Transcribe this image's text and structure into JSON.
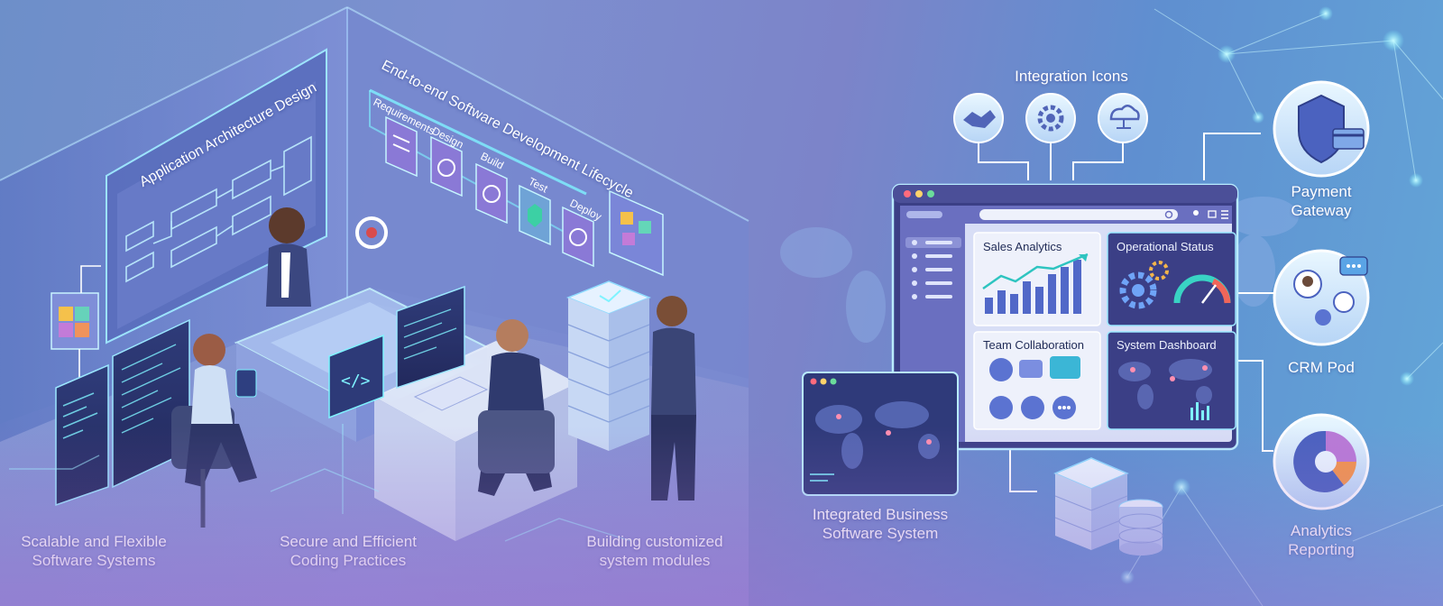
{
  "left": {
    "architecture_title": "Application Architecture Design",
    "lifecycle_title": "End-to-end Software Development Lifecycle",
    "stages": [
      "Requirements",
      "Design",
      "Build",
      "Test",
      "Deploy"
    ],
    "captions": [
      [
        "Scalable and Flexible",
        "Software Systems"
      ],
      [
        "Secure and Efficient",
        "Coding Practices"
      ],
      [
        "Building customized",
        "system modules"
      ]
    ]
  },
  "right": {
    "integration_title": "Integration Icons",
    "integration_icons": [
      "handshake-icon",
      "gear-icon",
      "cloud-network-icon"
    ],
    "dashboard": {
      "panels": [
        "Sales Analytics",
        "Operational Status",
        "Team Collaboration",
        "System Dashboard"
      ]
    },
    "integrated_caption": [
      "Integrated Business",
      "Software System"
    ],
    "nodes": [
      {
        "label": [
          "Payment",
          "Gateway"
        ],
        "icon": "shield-card-icon"
      },
      {
        "label": [
          "CRM Pod"
        ],
        "icon": "people-chat-icon"
      },
      {
        "label": [
          "Analytics",
          "Reporting"
        ],
        "icon": "pie-chart-icon"
      }
    ]
  },
  "colors": {
    "accent_cyan": "#7ff3ff",
    "panel_dark": "#3b3f86",
    "panel_light": "#eef1fb",
    "chart_blue": "#5168c8"
  }
}
